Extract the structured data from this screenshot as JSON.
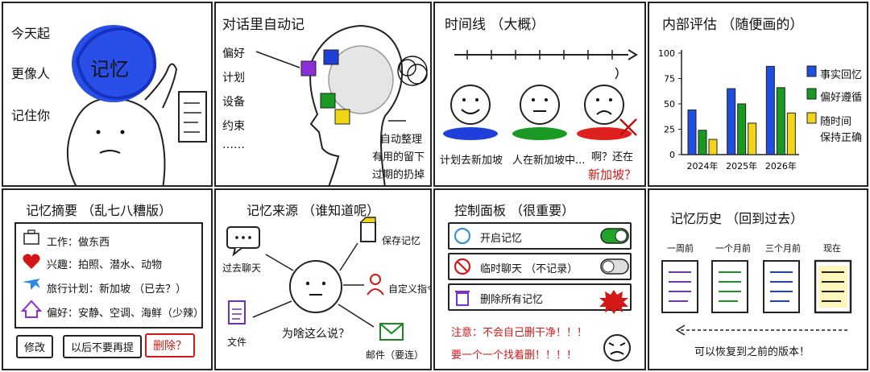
{
  "p1": {
    "lines": [
      "今天起",
      "更像人",
      "记住你"
    ],
    "brain_label": "记忆"
  },
  "p2": {
    "title": "对话里自动记",
    "items": [
      "偏好",
      "计划",
      "设备",
      "约束",
      "……"
    ],
    "notes": [
      "自动整理",
      "有用的留下",
      "过期的扔掉"
    ]
  },
  "p3": {
    "title": "时间线 （大概）",
    "labels": [
      "计划去新加坡",
      "人在新加坡中...",
      "啊？还在",
      "新加坡？"
    ]
  },
  "p4": {
    "title": "内部评估 （随便画的）",
    "legend": [
      "事实回忆",
      "偏好遵循",
      "随时间",
      "保持正确"
    ]
  },
  "chart_data": {
    "type": "bar",
    "categories": [
      "2024年",
      "2025年",
      "2026年"
    ],
    "series": [
      {
        "name": "事实回忆",
        "values": [
          44,
          65,
          87
        ],
        "color": "#1f4fe0"
      },
      {
        "name": "偏好遵循",
        "values": [
          24,
          50,
          66
        ],
        "color": "#189a22"
      },
      {
        "name": "随时间保持正确",
        "values": [
          15,
          31,
          41
        ],
        "color": "#f2d51b"
      }
    ],
    "yticks": [
      0,
      25,
      50,
      75,
      100
    ],
    "ylim": [
      0,
      100
    ]
  },
  "p5": {
    "title": "记忆摘要 （乱七八糟版）",
    "rows": [
      {
        "label": "工作：",
        "text": "做东西",
        "icon": "briefcase-icon"
      },
      {
        "label": "兴趣：",
        "text": "拍照、潜水、动物",
        "icon": "heart-icon"
      },
      {
        "label": "旅行计划：",
        "text": "新加坡 （已去？）",
        "icon": "plane-icon"
      },
      {
        "label": "偏好：",
        "text": "安静、空调、海鲜（少辣）",
        "icon": "home-icon"
      }
    ],
    "buttons": [
      "修改",
      "以后不要再提",
      "删除？"
    ]
  },
  "p6": {
    "title": "记忆来源 （谁知道呢）",
    "labels": [
      "过去聊天",
      "保存记忆",
      "自定义指令",
      "文件",
      "邮件（要连）",
      "为啥这么说？"
    ]
  },
  "p7": {
    "title": "控制面板 （很重要）",
    "rows": [
      "开启记忆",
      "临时聊天 （不记录）",
      "删除所有记忆"
    ],
    "warnings": [
      "注意：不会自己删干净！！！",
      "要一个一个找着删！！！！"
    ]
  },
  "p8": {
    "title": "记忆历史 （回到过去）",
    "labels": [
      "一周前",
      "一个月前",
      "三个月前",
      "现在"
    ],
    "footer": "可以恢复到之前的版本！"
  }
}
